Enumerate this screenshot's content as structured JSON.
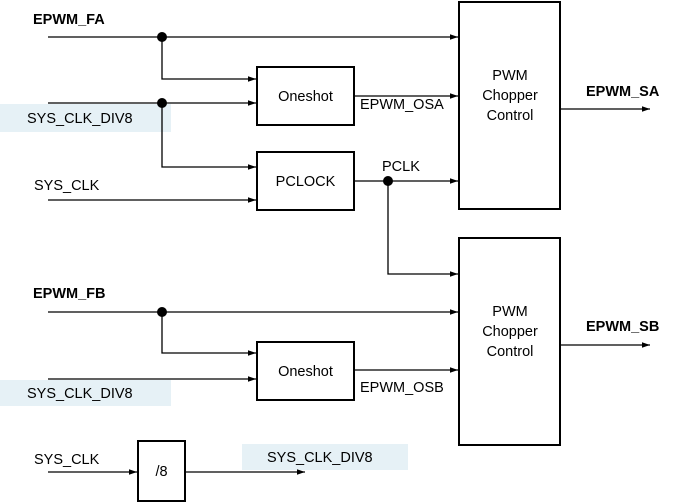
{
  "signals": {
    "epwm_fa": "EPWM_FA",
    "epwm_fb": "EPWM_FB",
    "sys_clk_div8_a": "SYS_CLK_DIV8",
    "sys_clk_div8_b": "SYS_CLK_DIV8",
    "sys_clk_div8_out": "SYS_CLK_DIV8",
    "sys_clk_a": "SYS_CLK",
    "sys_clk_b": "SYS_CLK",
    "epwm_osa": "EPWM_OSA",
    "epwm_osb": "EPWM_OSB",
    "pclk": "PCLK",
    "epwm_sa": "EPWM_SA",
    "epwm_sb": "EPWM_SB"
  },
  "blocks": {
    "oneshot_a": "Oneshot",
    "oneshot_b": "Oneshot",
    "pclock": "PCLOCK",
    "divider": "/8",
    "chopper_a": [
      "PWM",
      "Chopper",
      "Control"
    ],
    "chopper_b": [
      "PWM",
      "Chopper",
      "Control"
    ]
  }
}
